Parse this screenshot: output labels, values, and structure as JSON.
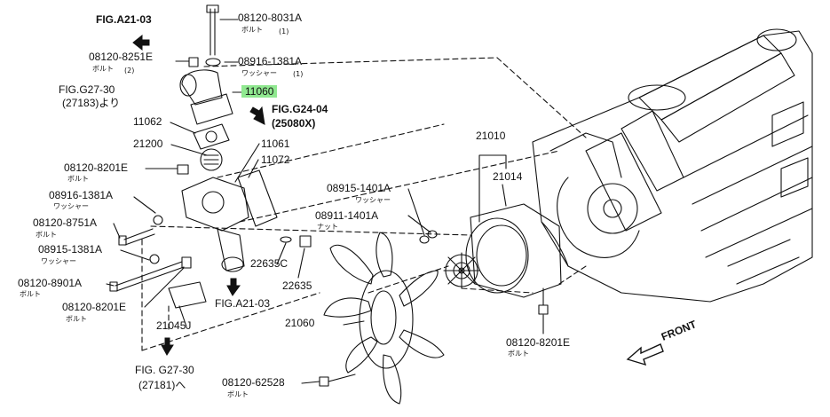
{
  "highlight_color": "#90e890",
  "refs": [
    {
      "id": "fig-a21-03-top",
      "text": "FIG.A21-03",
      "bold": true
    },
    {
      "id": "fig-g27-30-top",
      "text": "FIG.G27-30"
    },
    {
      "id": "fig-g27-30-top-sub",
      "text": "(27183)より"
    },
    {
      "id": "fig-g24-04",
      "text": "FIG.G24-04",
      "bold": true
    },
    {
      "id": "fig-g24-04-sub",
      "text": "(25080X)",
      "bold": true
    },
    {
      "id": "fig-a21-03-bottom",
      "text": "FIG.A21-03"
    },
    {
      "id": "fig-g27-30-bottom",
      "text": "FIG. G27-30"
    },
    {
      "id": "fig-g27-30-bottom-sub",
      "text": "(27181)へ"
    },
    {
      "id": "front-label",
      "text": "FRONT"
    }
  ],
  "parts": [
    {
      "id": "p-08120-8031a",
      "number": "08120-8031A",
      "note": "ボルト",
      "qty": "(1)"
    },
    {
      "id": "p-08120-8251e",
      "number": "08120-8251E",
      "note": "ボルト",
      "qty": "(2)"
    },
    {
      "id": "p-08916-1381a-top",
      "number": "08916-1381A",
      "note": "ワッシャー",
      "qty": "(1)"
    },
    {
      "id": "p-11060",
      "number": "11060",
      "highlighted": true
    },
    {
      "id": "p-11062",
      "number": "11062"
    },
    {
      "id": "p-21200",
      "number": "21200"
    },
    {
      "id": "p-11061",
      "number": "11061"
    },
    {
      "id": "p-11072",
      "number": "11072"
    },
    {
      "id": "p-08120-8201e-a",
      "number": "08120-8201E",
      "note": "ボルト"
    },
    {
      "id": "p-08916-1381a",
      "number": "08916-1381A",
      "note": "ワッシャー"
    },
    {
      "id": "p-08120-8751a",
      "number": "08120-8751A",
      "note": "ボルト"
    },
    {
      "id": "p-08915-1381a",
      "number": "08915-1381A",
      "note": "ワッシャー"
    },
    {
      "id": "p-08120-8901a",
      "number": "08120-8901A",
      "note": "ボルト"
    },
    {
      "id": "p-08120-8201e-b",
      "number": "08120-8201E",
      "note": "ボルト"
    },
    {
      "id": "p-21045j",
      "number": "21045J"
    },
    {
      "id": "p-22635c",
      "number": "22635C"
    },
    {
      "id": "p-22635",
      "number": "22635"
    },
    {
      "id": "p-21010",
      "number": "21010"
    },
    {
      "id": "p-21014",
      "number": "21014"
    },
    {
      "id": "p-08915-1401a",
      "number": "08915-1401A",
      "note": "ワッシャー"
    },
    {
      "id": "p-08911-1401a",
      "number": "08911-1401A",
      "note": "ナット"
    },
    {
      "id": "p-21060",
      "number": "21060"
    },
    {
      "id": "p-08120-62528",
      "number": "08120-62528",
      "note": "ボルト"
    },
    {
      "id": "p-08120-8201e-c",
      "number": "08120-8201E",
      "note": "ボルト"
    }
  ]
}
